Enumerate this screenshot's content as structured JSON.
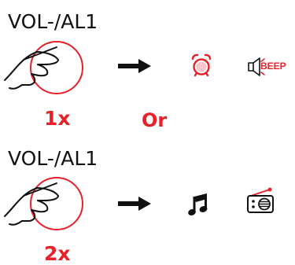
{
  "colors": {
    "accent": "#e8202a",
    "ink": "#111111"
  },
  "step1": {
    "button_label": "VOL-/AL1",
    "press_count": "1x",
    "result_icons": [
      "alarm-clock-icon",
      "speaker-beep-icon"
    ],
    "beep_label": "BEEP"
  },
  "separator_label": "Or",
  "step2": {
    "button_label": "VOL-/AL1",
    "press_count": "2x",
    "result_icons": [
      "music-note-icon",
      "radio-icon"
    ]
  }
}
